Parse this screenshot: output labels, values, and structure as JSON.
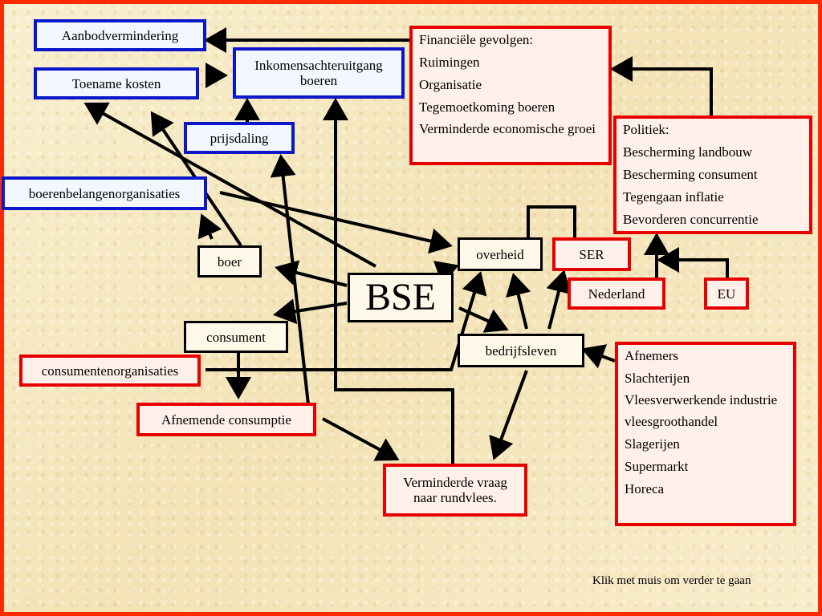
{
  "boxes": {
    "aanbod": "Aanbodvermindering",
    "toename": "Toename kosten",
    "inkomens": "Inkomensachteruitgang boeren",
    "prijsdaling": "prijsdaling",
    "belangen": "boerenbelangenorganisaties",
    "boer": "boer",
    "bse": "BSE",
    "consument": "consument",
    "consumentenorg": "consumentenorganisaties",
    "afnemende": "Afnemende consumptie",
    "verminderde": "Verminderde vraag naar rundvlees.",
    "bedrijfsleven": "bedrijfsleven",
    "overheid": "overheid",
    "ser": "SER",
    "nederland": "Nederland",
    "eu": "EU"
  },
  "financieel": {
    "items": [
      "Financiële gevolgen:",
      "Ruimingen",
      "Organisatie",
      "Tegemoetkoming boeren",
      "Verminderde economische groei"
    ]
  },
  "politiek": {
    "items": [
      "Politiek:",
      "Bescherming landbouw",
      "Bescherming consument",
      "Tegengaan inflatie",
      "Bevorderen concurrentie"
    ]
  },
  "afnemers": {
    "items": [
      "Afnemers",
      "Slachterijen",
      "Vleesverwerkende industrie",
      "vleesgroothandel",
      "Slagerijen",
      "Supermarkt",
      "Horeca"
    ]
  },
  "footer": {
    "hint": "Klik met muis om verder te gaan"
  }
}
